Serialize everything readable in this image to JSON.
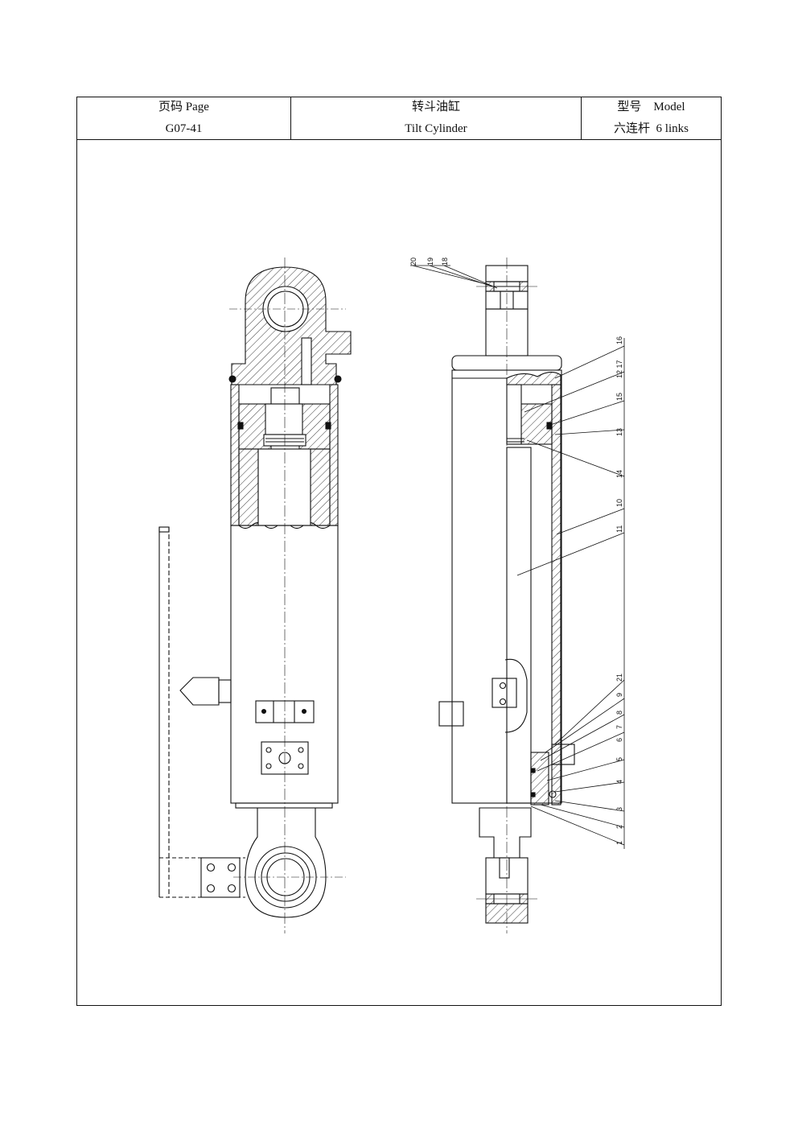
{
  "header": {
    "page_label": "页码 Page",
    "page_value": "G07-41",
    "part_title_cn": "转斗油缸",
    "part_title_en": "Tilt Cylinder",
    "model_label": "型号　Model",
    "model_value": "六连杆  6 links"
  },
  "callouts": {
    "c20": "20",
    "c19": "19",
    "c18": "18",
    "c16": "16",
    "c12_17": "12 17",
    "c15": "15",
    "c13": "13",
    "c14": "14",
    "c10": "10",
    "c11": "11",
    "c21": "21",
    "c9": "9",
    "c8": "8",
    "c7": "7",
    "c6": "6",
    "c5": "5",
    "c4": "4",
    "c3": "3",
    "c2": "2",
    "c1": "1"
  }
}
